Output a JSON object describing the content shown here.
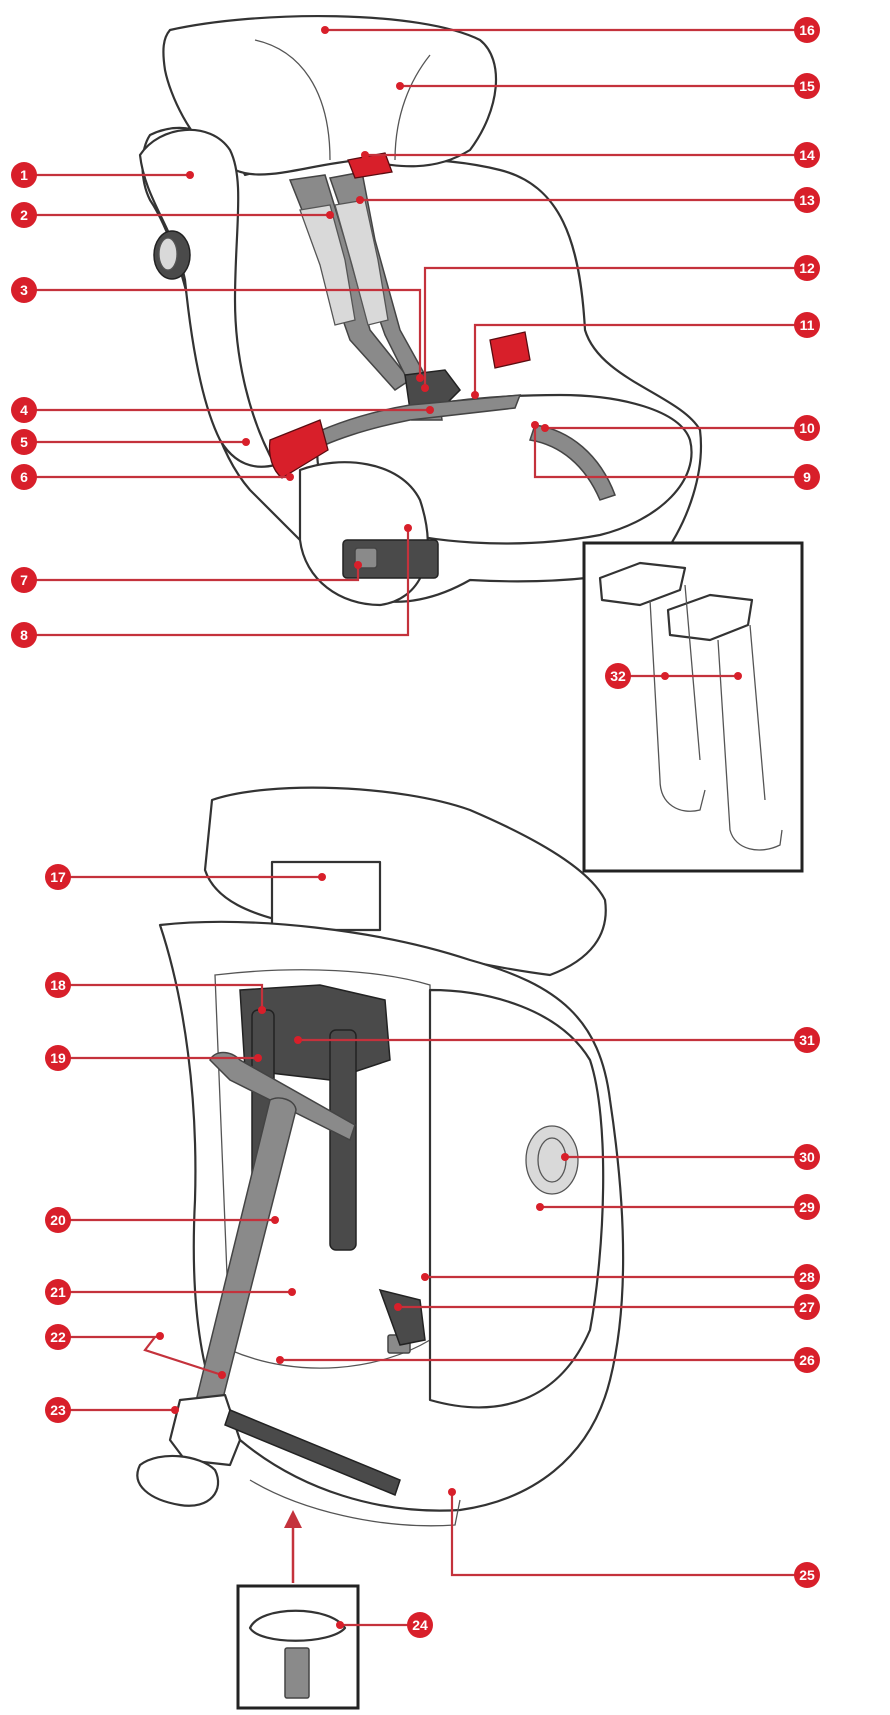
{
  "colors": {
    "callout_red": "#d81f2a",
    "line_red": "#c4323c",
    "outline": "#333333",
    "strap_grey": "#8a8a8a",
    "dark_grey": "#4a4a4a"
  },
  "callouts": [
    {
      "id": "c1",
      "label": "1"
    },
    {
      "id": "c2",
      "label": "2"
    },
    {
      "id": "c3",
      "label": "3"
    },
    {
      "id": "c4",
      "label": "4"
    },
    {
      "id": "c5",
      "label": "5"
    },
    {
      "id": "c6",
      "label": "6"
    },
    {
      "id": "c7",
      "label": "7"
    },
    {
      "id": "c8",
      "label": "8"
    },
    {
      "id": "c9",
      "label": "9"
    },
    {
      "id": "c10",
      "label": "10"
    },
    {
      "id": "c11",
      "label": "11"
    },
    {
      "id": "c12",
      "label": "12"
    },
    {
      "id": "c13",
      "label": "13"
    },
    {
      "id": "c14",
      "label": "14"
    },
    {
      "id": "c15",
      "label": "15"
    },
    {
      "id": "c16",
      "label": "16"
    },
    {
      "id": "c17",
      "label": "17"
    },
    {
      "id": "c18",
      "label": "18"
    },
    {
      "id": "c19",
      "label": "19"
    },
    {
      "id": "c20",
      "label": "20"
    },
    {
      "id": "c21",
      "label": "21"
    },
    {
      "id": "c22",
      "label": "22"
    },
    {
      "id": "c23",
      "label": "23"
    },
    {
      "id": "c24",
      "label": "24"
    },
    {
      "id": "c25",
      "label": "25"
    },
    {
      "id": "c26",
      "label": "26"
    },
    {
      "id": "c27",
      "label": "27"
    },
    {
      "id": "c28",
      "label": "28"
    },
    {
      "id": "c29",
      "label": "29"
    },
    {
      "id": "c30",
      "label": "30"
    },
    {
      "id": "c31",
      "label": "31"
    },
    {
      "id": "c32",
      "label": "32"
    }
  ]
}
